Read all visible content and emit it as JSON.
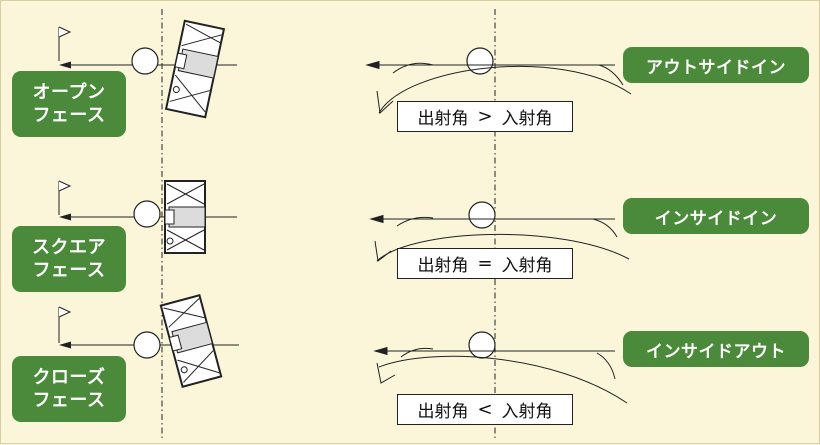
{
  "rows": [
    {
      "face": [
        "オープン",
        "フェース"
      ],
      "path": "アウトサイドイン",
      "left": "出射角",
      "op": ">",
      "right": "入射角"
    },
    {
      "face": [
        "スクエア",
        "フェース"
      ],
      "path": "インサイドイン",
      "left": "出射角",
      "op": "=",
      "right": "入射角"
    },
    {
      "face": [
        "クローズ",
        "フェース"
      ],
      "path": "インサイドアウト",
      "left": "出射角",
      "op": "<",
      "right": "入射角"
    }
  ],
  "colors": {
    "background": "#fbf6da",
    "badge": "#4a8a3a",
    "badge_text": "#ffffff",
    "line": "#222222"
  }
}
